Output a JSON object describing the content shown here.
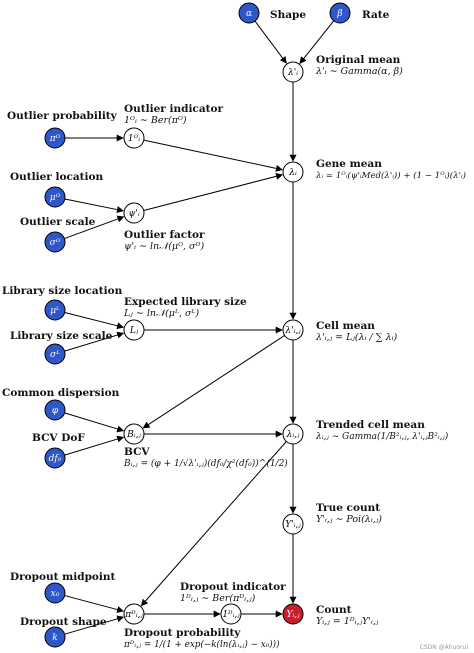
{
  "colors": {
    "observed_node": "#2f57c8",
    "output_node": "#cc1f2a",
    "latent_node": "#ffffff",
    "edge": "#000000"
  },
  "nodes": {
    "alpha": {
      "symbol": "α"
    },
    "beta": {
      "symbol": "β"
    },
    "lambda_i_prime": {
      "symbol": "λ'ᵢ"
    },
    "pi_o": {
      "symbol": "πᴼ"
    },
    "one_o": {
      "symbol": "1ᴼᵢ"
    },
    "lambda_i": {
      "symbol": "λᵢ"
    },
    "mu_o": {
      "symbol": "μᴼ"
    },
    "sigma_o": {
      "symbol": "σᴼ"
    },
    "psi": {
      "symbol": "ψ'ᵢ"
    },
    "mu_l": {
      "symbol": "μᴸ"
    },
    "sigma_l": {
      "symbol": "σᴸ"
    },
    "l_j": {
      "symbol": "Lⱼ"
    },
    "lambda_ij_prime": {
      "symbol": "λ'ᵢ,ⱼ"
    },
    "phi": {
      "symbol": "φ"
    },
    "df0": {
      "symbol": "df₀"
    },
    "b_ij": {
      "symbol": "Bᵢ,ⱼ"
    },
    "lambda_ij": {
      "symbol": "λᵢ,ⱼ"
    },
    "y_prime": {
      "symbol": "Y'ᵢ,ⱼ"
    },
    "x0": {
      "symbol": "x₀"
    },
    "k": {
      "symbol": "k"
    },
    "pi_d": {
      "symbol": "πᴰᵢ,ⱼ"
    },
    "one_d": {
      "symbol": "1ᴰᵢ,ⱼ"
    },
    "y": {
      "symbol": "Yᵢ,ⱼ"
    }
  },
  "labels": {
    "shape": {
      "title": "Shape"
    },
    "rate": {
      "title": "Rate"
    },
    "original_mean": {
      "title": "Original mean",
      "formula": "λ'ᵢ ∼ Gamma(α, β)"
    },
    "outlier_probability": {
      "title": "Outlier probability"
    },
    "outlier_indicator": {
      "title": "Outlier indicator",
      "formula": "1ᴼᵢ ∼ Ber(πᴼ)"
    },
    "gene_mean": {
      "title": "Gene mean",
      "formula": "λᵢ = 1ᴼᵢ(ψ'ᵢMed(λ'ᵢ)) + (1 − 1ᴼᵢ)(λ'ᵢ)"
    },
    "outlier_location": {
      "title": "Outlier location"
    },
    "outlier_scale": {
      "title": "Outlier scale"
    },
    "outlier_factor": {
      "title": "Outlier factor",
      "formula": "ψ'ᵢ ∼ ln𝒩(μᴼ, σᴼ)"
    },
    "library_size_location": {
      "title": "Library size location"
    },
    "library_size_scale": {
      "title": "Library size scale"
    },
    "expected_library_size": {
      "title": "Expected library size",
      "formula": "Lⱼ ∼ ln𝒩(μᴸ, σᴸ)"
    },
    "cell_mean": {
      "title": "Cell mean",
      "formula": "λ'ᵢ,ⱼ = Lⱼ(λᵢ / ∑ λᵢ)"
    },
    "common_dispersion": {
      "title": "Common dispersion"
    },
    "bcv_dof": {
      "title": "BCV DoF"
    },
    "bcv": {
      "title": "BCV",
      "formula": "Bᵢ,ⱼ = (φ + 1/√λ'ᵢ,ⱼ)(df₀/χ²(df₀))^(1/2)"
    },
    "trended_cell_mean": {
      "title": "Trended cell mean",
      "formula": "λᵢ,ⱼ ∼ Gamma(1/B²ᵢ,ⱼ, λ'ᵢ,ⱼB²ᵢ,ⱼ)"
    },
    "true_count": {
      "title": "True count",
      "formula": "Y'ᵢ,ⱼ ∼ Poi(λᵢ,ⱼ)"
    },
    "dropout_midpoint": {
      "title": "Dropout midpoint"
    },
    "dropout_shape": {
      "title": "Dropout shape"
    },
    "dropout_indicator": {
      "title": "Dropout indicator",
      "formula": "1ᴰᵢ,ⱼ ∼ Ber(πᴰᵢ,ⱼ)"
    },
    "dropout_probability": {
      "title": "Dropout probability",
      "formula": "πᴰᵢ,ⱼ = 1/(1 + exp(−k(ln(λᵢ,ⱼ) − x₀)))"
    },
    "count": {
      "title": "Count",
      "formula": "Yᵢ,ⱼ = 1ᴰᵢ,ⱼY'ᵢ,ⱼ"
    }
  },
  "watermark": "CSDN @Ahuorui"
}
